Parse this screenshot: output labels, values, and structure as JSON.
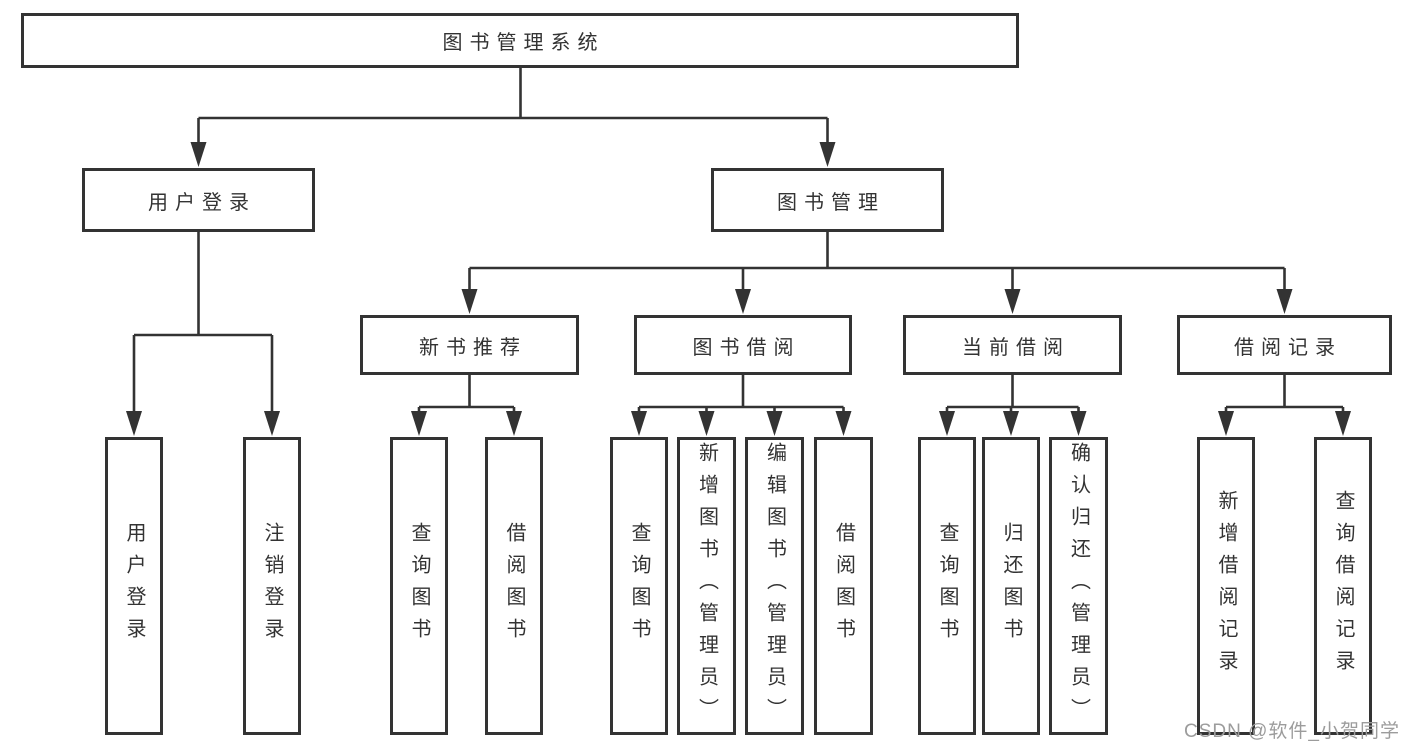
{
  "diagram": {
    "root": "图书管理系统",
    "level2": {
      "user_login": "用户登录",
      "book_mgmt": "图书管理"
    },
    "level3": {
      "new_book_rec": "新书推荐",
      "book_borrow": "图书借阅",
      "current_borrow": "当前借阅",
      "borrow_records": "借阅记录"
    },
    "leaves": {
      "user_login": "用户登录",
      "logout": "注销登录",
      "query_book_a": "查询图书",
      "borrow_book_a": "借阅图书",
      "query_book_b": "查询图书",
      "add_book": "新增图书（管理员）",
      "edit_book": "编辑图书（管理员）",
      "borrow_book_b": "借阅图书",
      "query_book_c": "查询图书",
      "return_book": "归还图书",
      "confirm_return": "确认归还（管理员）",
      "add_borrow_record": "新增借阅记录",
      "query_borrow_record": "查询借阅记录"
    }
  },
  "watermark": "CSDN @软件_小贺同学",
  "colors": {
    "line": "#333333",
    "text": "#333333",
    "background": "#ffffff",
    "watermark": "#9c9c9c"
  }
}
